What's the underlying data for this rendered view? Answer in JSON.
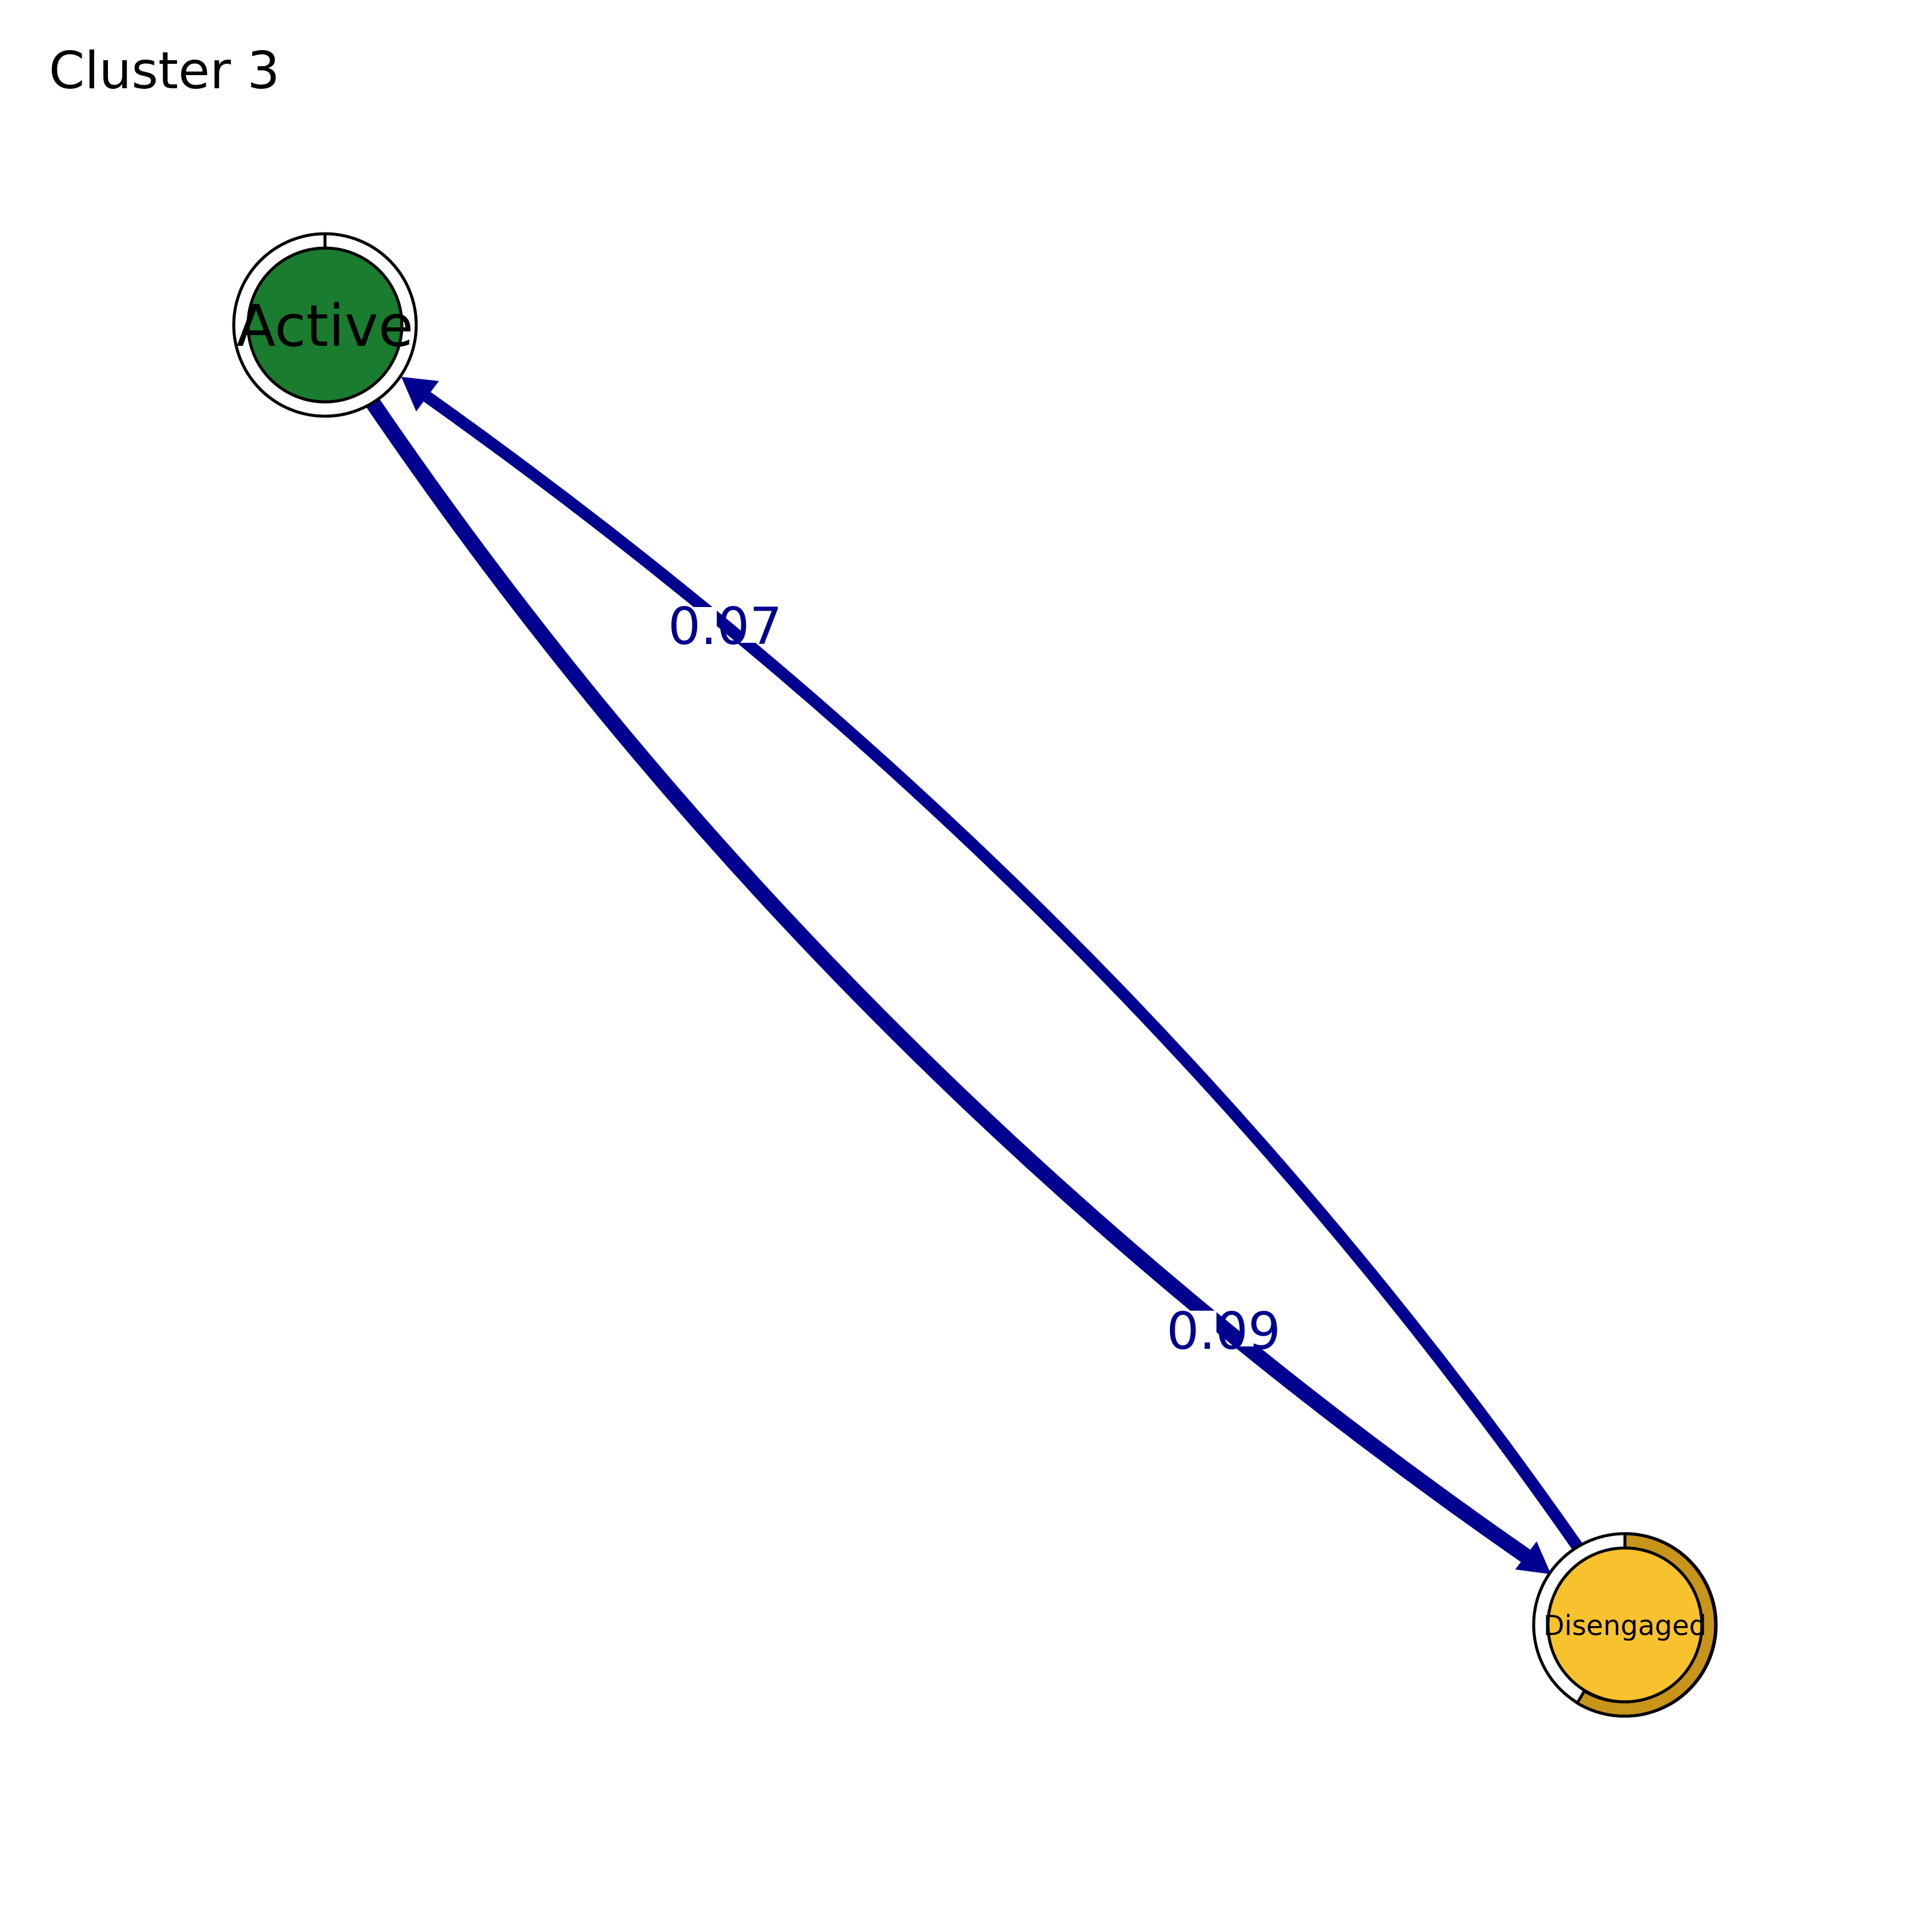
{
  "title": "Cluster 3",
  "colors": {
    "edge": "#000090",
    "node_active": "#1a7c2e",
    "node_disengaged": "#f8c22f",
    "ring_disengaged": "#c8941a",
    "outline": "#000000"
  },
  "nodes": [
    {
      "id": "active",
      "label": "Active",
      "fill_color": "#1a7c2e",
      "ring_fill_fraction": 0.0
    },
    {
      "id": "disengaged",
      "label": "Disengaged",
      "fill_color": "#f8c22f",
      "ring_fill_fraction": 0.6
    }
  ],
  "edges": [
    {
      "from": "active",
      "to": "disengaged",
      "weight": "0.09"
    },
    {
      "from": "disengaged",
      "to": "active",
      "weight": "0.07"
    }
  ]
}
